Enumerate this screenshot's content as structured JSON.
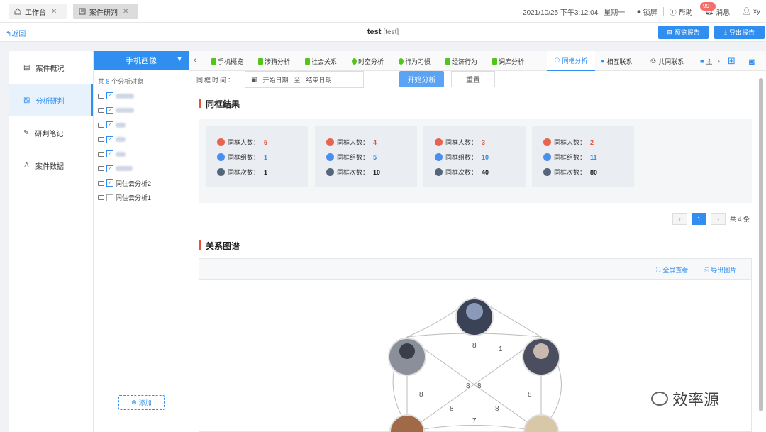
{
  "tabs": [
    {
      "label": "工作台",
      "icon": "home-icon"
    },
    {
      "label": "案件研判",
      "icon": "building-icon"
    }
  ],
  "topbar": {
    "datetime": "2021/10/25 下午3:12:04",
    "weekday": "星期一",
    "lock": "锁屏",
    "help": "帮助",
    "messages_badge": "99+",
    "messages": "消息",
    "user": "xy"
  },
  "toolbar": {
    "back": "返回",
    "title": "test",
    "subtitle": "[test]",
    "preview_report": "预览报告",
    "export_report": "导出报告"
  },
  "sidebar": {
    "items": [
      {
        "label": "案件概况",
        "icon": "document-icon",
        "active": false
      },
      {
        "label": "分析研判",
        "icon": "chart-icon",
        "active": true
      },
      {
        "label": "研判笔记",
        "icon": "edit-icon",
        "active": false
      },
      {
        "label": "案件数据",
        "icon": "user-icon",
        "active": false
      }
    ]
  },
  "objects": {
    "header": "手机画像",
    "count_prefix": "共",
    "count": "8",
    "count_suffix": "个分析对象",
    "named": [
      {
        "label": "同住云分析2",
        "checked": true
      },
      {
        "label": "同住云分析1",
        "checked": false
      }
    ],
    "add": "添加"
  },
  "analysis_tabs": [
    {
      "label": "手机概览",
      "color": "#52c41a"
    },
    {
      "label": "涉猜分析",
      "color": "#52c41a"
    },
    {
      "label": "社会关系",
      "color": "#52c41a"
    },
    {
      "label": "时空分析",
      "color": "#52c41a"
    },
    {
      "label": "行为习惯",
      "color": "#52c41a"
    },
    {
      "label": "经济行为",
      "color": "#52c41a"
    },
    {
      "label": "词库分析",
      "color": "#52c41a"
    }
  ],
  "right_tabs": [
    {
      "label": "同框分析",
      "active": true
    },
    {
      "label": "相互联系",
      "active": false
    },
    {
      "label": "共同联系",
      "active": false
    },
    {
      "label": "主",
      "active": false
    }
  ],
  "filter": {
    "label": "同框时间：",
    "start_date": "开始日期",
    "to": "至",
    "end_date": "结束日期",
    "start_btn": "开始分析",
    "reset_btn": "重置"
  },
  "results": {
    "title": "同框结果",
    "label_people": "同框人数：",
    "label_groups": "同框组数：",
    "label_times": "同框次数：",
    "cards": [
      {
        "people": "5",
        "groups": "1",
        "times": "1"
      },
      {
        "people": "4",
        "groups": "5",
        "times": "10"
      },
      {
        "people": "3",
        "groups": "10",
        "times": "40"
      },
      {
        "people": "2",
        "groups": "11",
        "times": "80"
      }
    ]
  },
  "pagination": {
    "current": "1",
    "total": "共 4 条"
  },
  "graph": {
    "title": "关系图谱",
    "fullscreen": "全屏查看",
    "export_image": "导出图片",
    "edge_labels": [
      "8",
      "1",
      "8",
      "8",
      "8",
      "8",
      "8",
      "8",
      "7"
    ]
  },
  "watermark": "效率源"
}
